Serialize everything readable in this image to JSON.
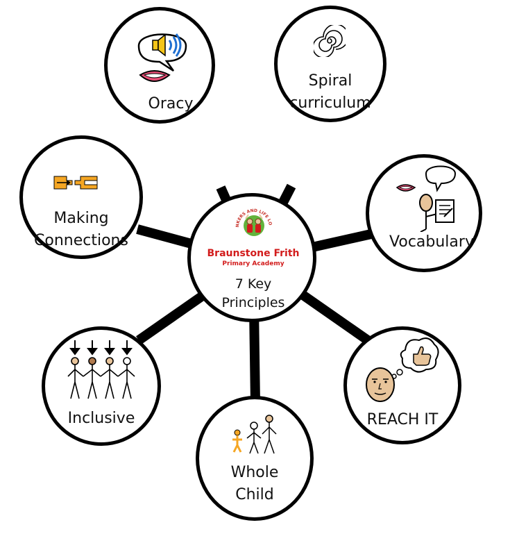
{
  "center": {
    "logo_name": "Braunstone Frith",
    "logo_sub": "Primary Academy",
    "logo_motto": "POSITIVE THINKERS AND LIFE LONG LEARNERS",
    "line1": "7 Key",
    "line2": "Principles"
  },
  "nodes": {
    "oracy": {
      "line1": "Oracy",
      "icon": "speaker-mouth-icon"
    },
    "spiral": {
      "line1": "Spiral",
      "line2": "curriculum",
      "icon": "spiral-icon"
    },
    "vocabulary": {
      "line1": "Vocabulary",
      "icon": "person-speaking-writing-icon"
    },
    "reach": {
      "line1": "REACH IT",
      "icon": "thinking-thumbs-up-icon"
    },
    "whole_child": {
      "line1": "Whole",
      "line2": "Child",
      "icon": "family-icon"
    },
    "inclusive": {
      "line1": "Inclusive",
      "icon": "people-arrows-icon"
    },
    "making": {
      "line1": "Making",
      "line2": "Connections",
      "icon": "connectors-icon"
    }
  },
  "colors": {
    "stroke": "#000000",
    "logo_red": "#d21c1c",
    "logo_green": "#62b33c",
    "icon_orange": "#f5a623",
    "skin": "#e8c49a"
  }
}
